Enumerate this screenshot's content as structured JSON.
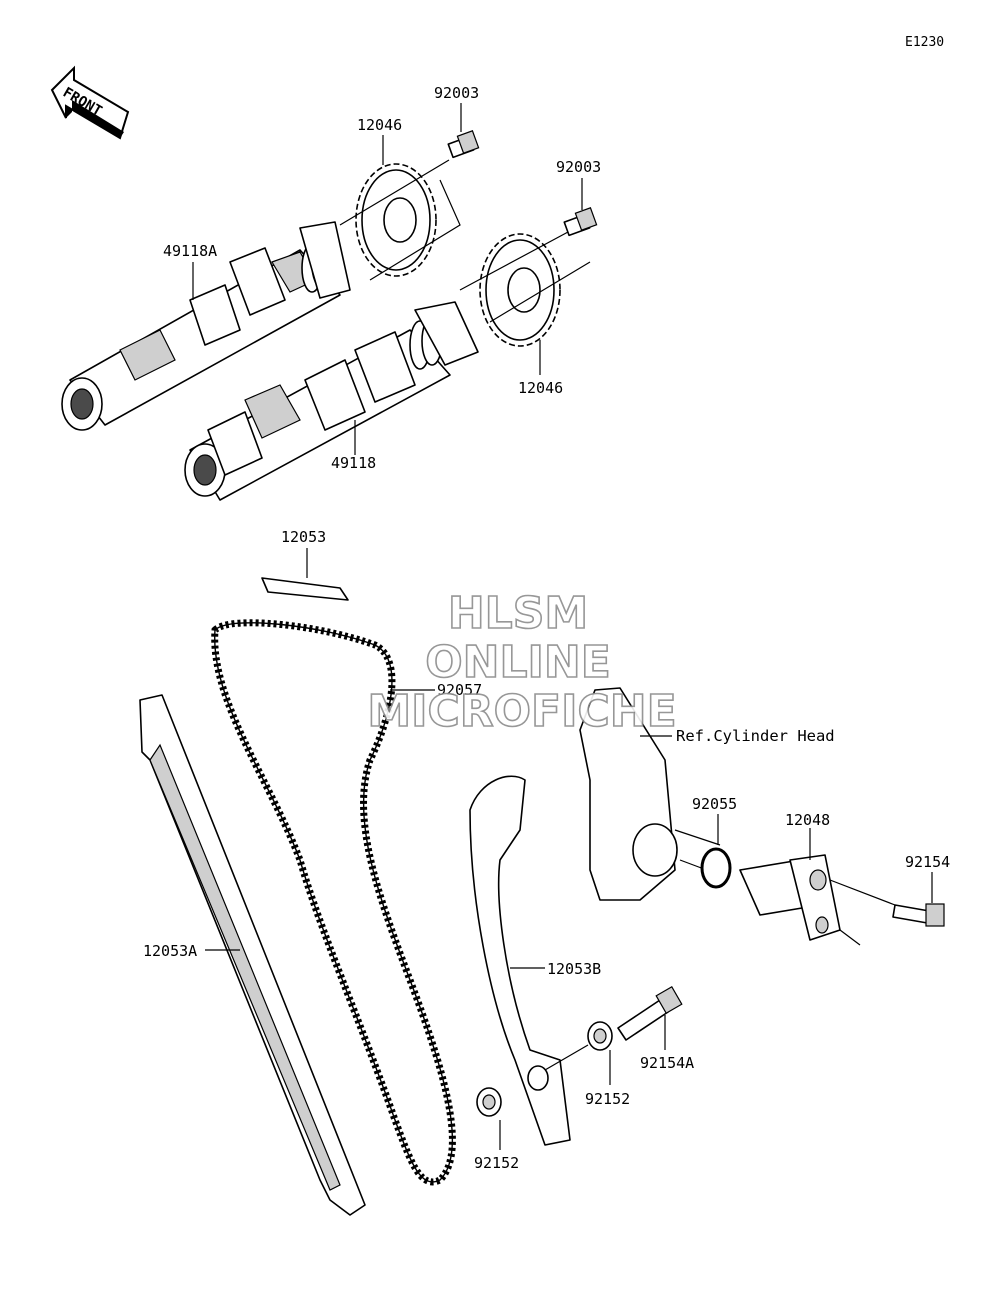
{
  "diagram_code": "E1230",
  "front_label": "FRONT",
  "watermark": [
    "HLSM",
    "ONLINE",
    "MICROFICHE"
  ],
  "reference": "Ref.Cylinder Head",
  "callouts": {
    "p92003_a": "92003",
    "p12046_a": "12046",
    "p92003_b": "92003",
    "p49118a": "49118A",
    "p12046_b": "12046",
    "p49118": "49118",
    "p12053": "12053",
    "p92057": "92057",
    "p92055": "92055",
    "p12048": "12048",
    "p92154": "92154",
    "p12053a": "12053A",
    "p12053b": "12053B",
    "p92154a": "92154A",
    "p92152_a": "92152",
    "p92152_b": "92152"
  }
}
